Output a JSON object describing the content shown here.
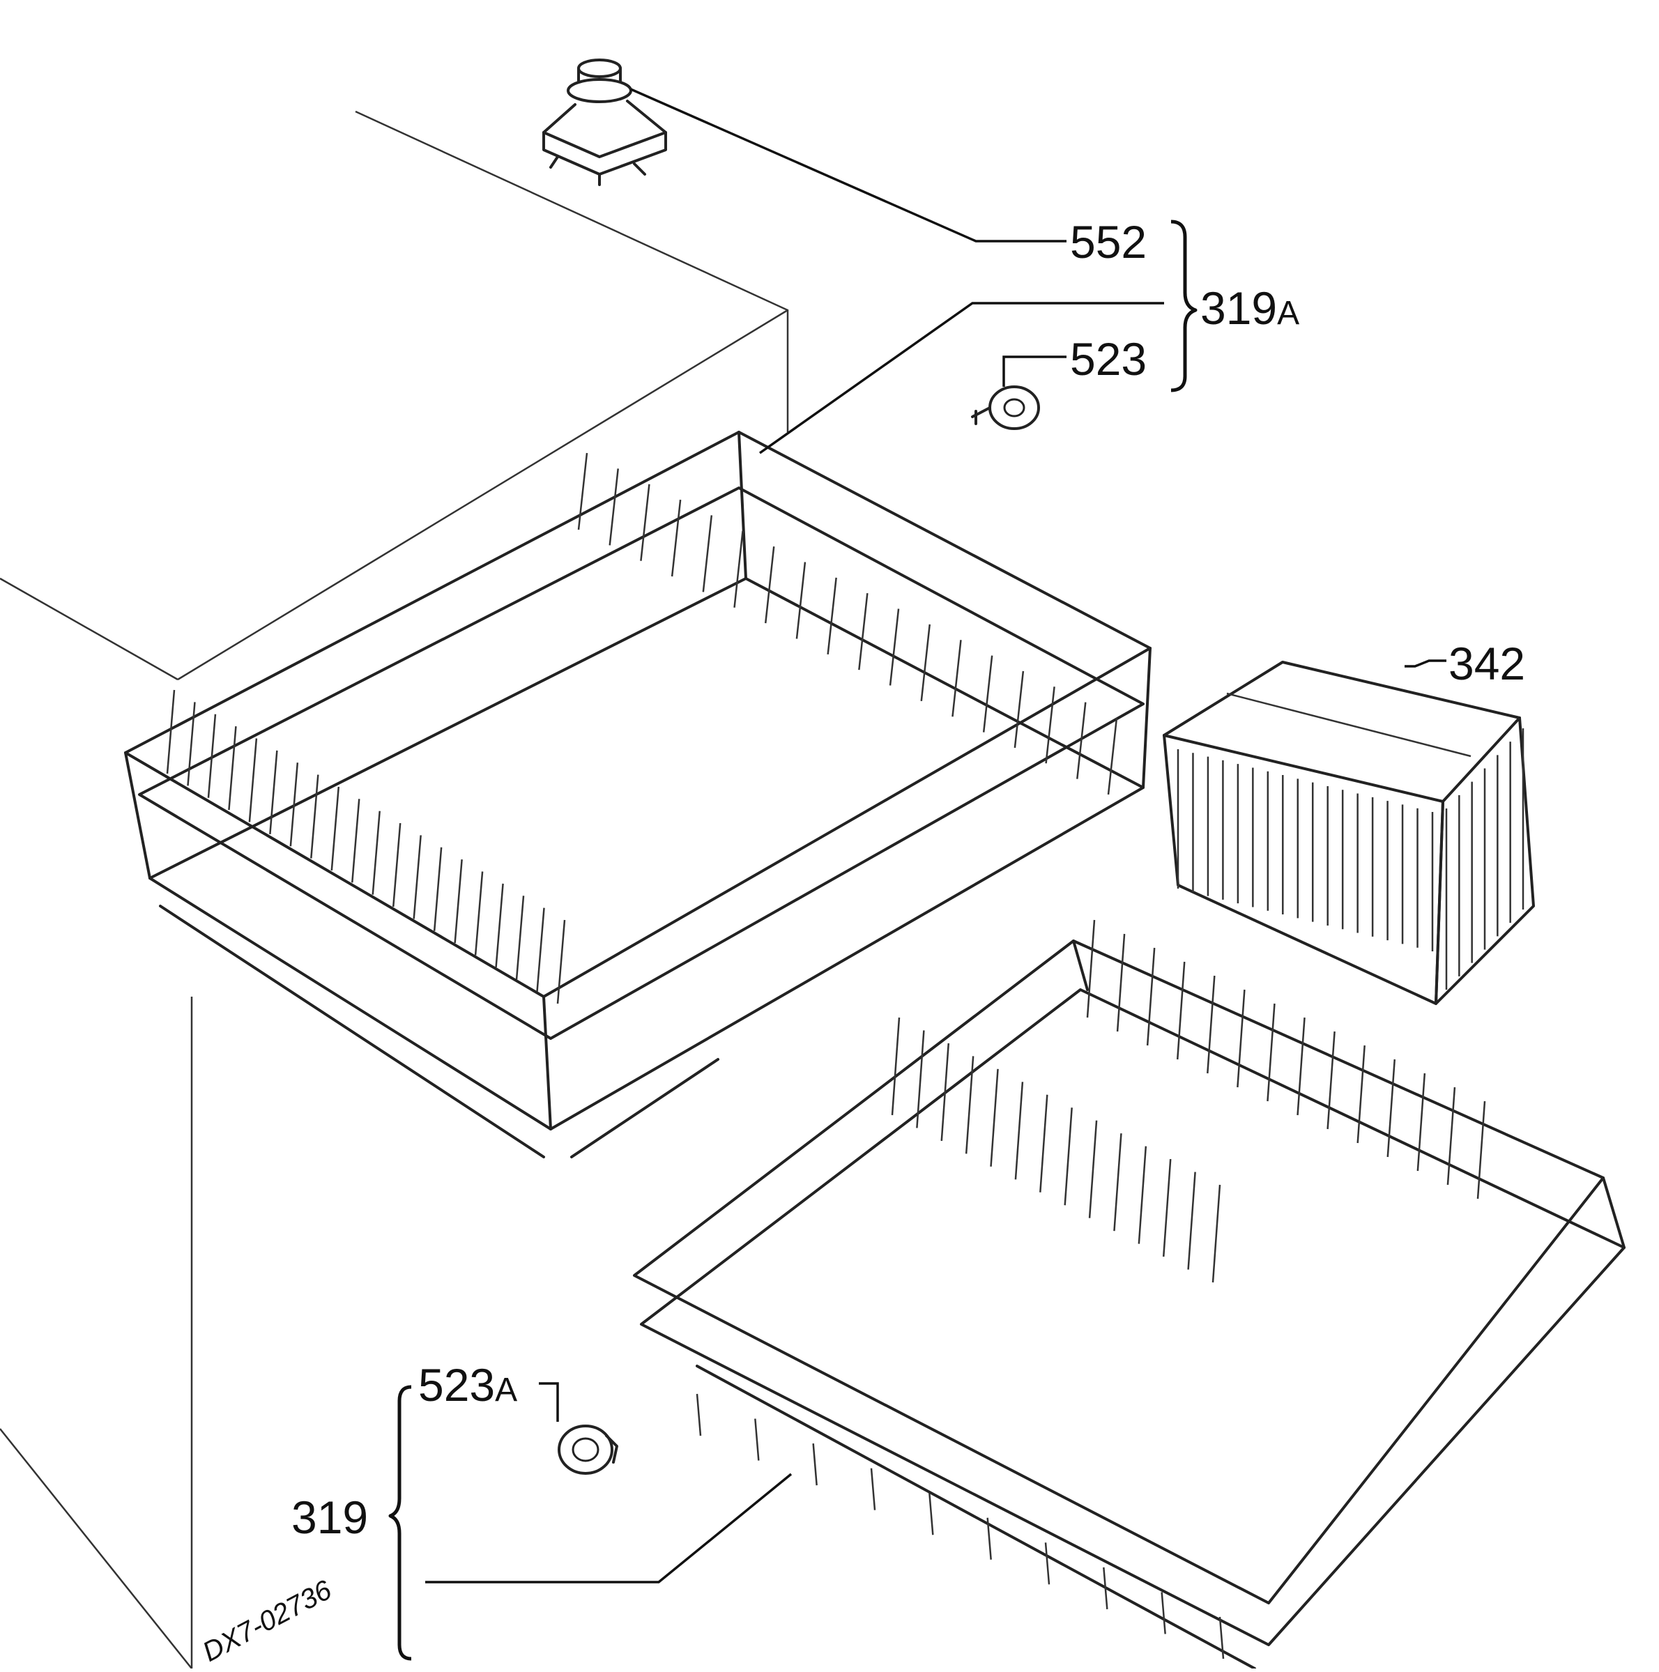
{
  "diagram": {
    "type": "exploded-parts-view",
    "subject": "dishwasher racks",
    "stroke_color": "#222222",
    "background": "#ffffff"
  },
  "labels": {
    "p552": "552",
    "p523": "523",
    "p319A_main": "319",
    "p319A_sub": "A",
    "p342": "342",
    "p523A_main": "523",
    "p523A_sub": "A",
    "p319": "319"
  },
  "drawing_number": "DX7-02736"
}
